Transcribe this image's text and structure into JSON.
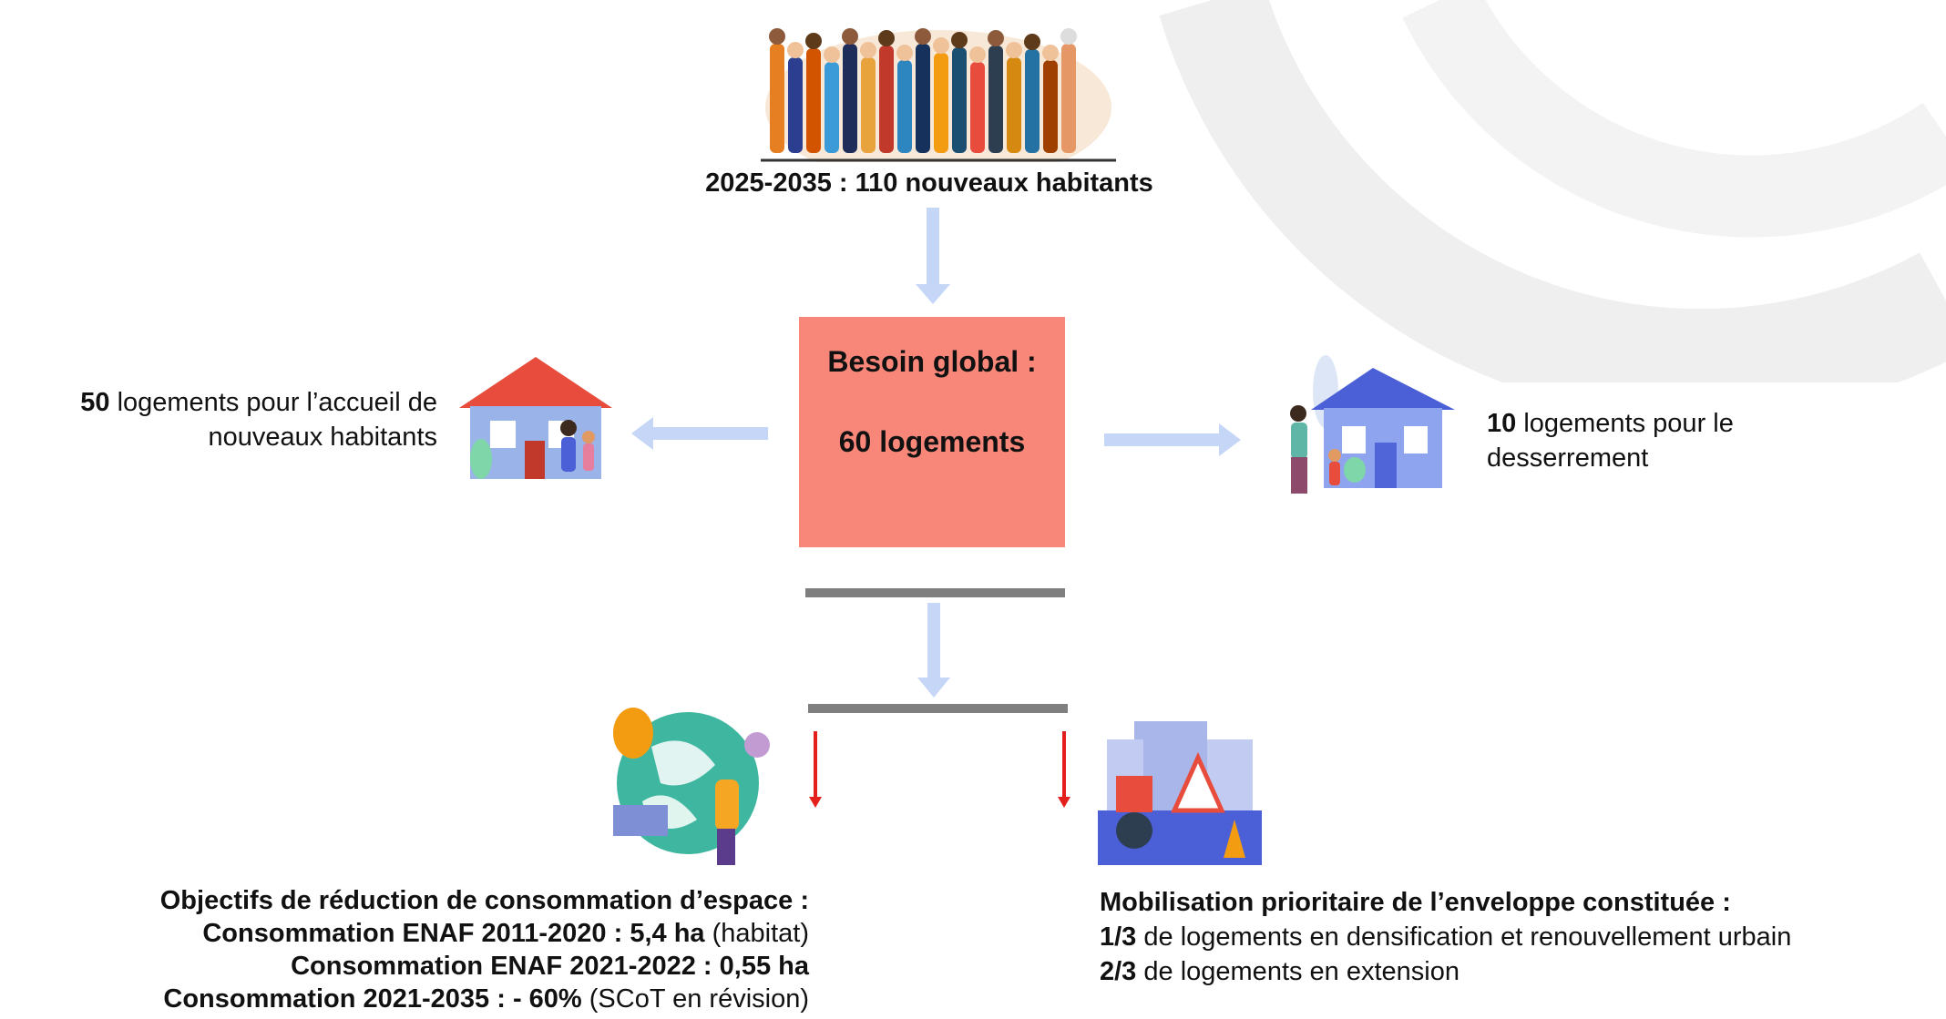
{
  "top": {
    "label": "2025-2035 :  110 nouveaux habitants",
    "icon": "crowd-illustration"
  },
  "center_box": {
    "title": "Besoin global :",
    "value": "60 logements",
    "color": "#f8877a"
  },
  "left": {
    "number": "50",
    "line1_rest": " logements pour l’accueil de",
    "line2": "nouveaux habitants",
    "icon": "family-house-illustration"
  },
  "right": {
    "number": "10",
    "line1_rest": " logements pour le",
    "line2": "desserrement",
    "icon": "blue-house-illustration"
  },
  "bottom_left": {
    "heading": "Objectifs de réduction de consommation d’espace :",
    "l2_bold": "Consommation ENAF 2011-2020 : 5,4 ha",
    "l2_rest": " (habitat)",
    "l3_bold": "Consommation ENAF 2021-2022 : 0,55 ha",
    "l4_bold": "Consommation 2021-2035 : - 60%",
    "l4_rest": " (SCoT en révision)",
    "icon": "eco-planet-illustration"
  },
  "bottom_right": {
    "heading": "Mobilisation prioritaire de l’enveloppe constituée :",
    "l2_bold": "1/3",
    "l2_rest": " de logements en densification et renouvellement urbain",
    "l3_bold": "2/3",
    "l3_rest": " de logements en extension",
    "icon": "roadwork-illustration"
  },
  "colors": {
    "arrow_blue": "#c5d6f7",
    "arrow_red": "#e3201b",
    "bar_grey": "#7f7f7f",
    "watermark": "#eeeeee"
  }
}
